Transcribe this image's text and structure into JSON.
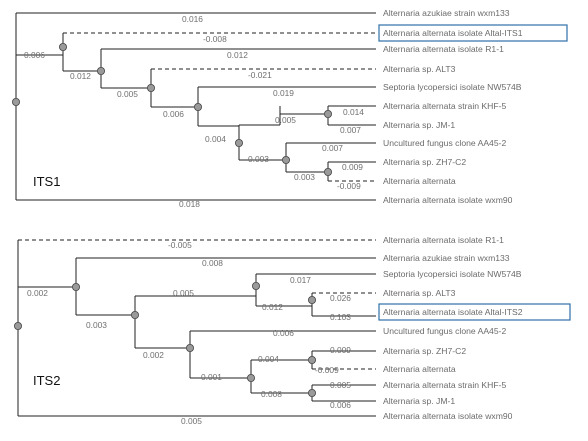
{
  "figure": {
    "colors": {
      "line": "#222222",
      "node_fill": "#9a9a9a",
      "text": "#6b6b6b",
      "highlight_box": "#2f6fa8"
    },
    "trees": [
      {
        "label": "ITS1",
        "taxa": [
          "Alternaria azukiae strain wxm133",
          "Alternaria alternata isolate Altal-ITS1",
          "Alternaria alternata isolate R1-1",
          "Alternaria sp. ALT3",
          "Septoria lycopersici isolate NW574B",
          "Alternaria alternata strain KHF-5",
          "Alternaria sp. JM-1",
          "Uncultured fungus clone AA45-2",
          "Alternaria sp. ZH7-C2",
          "Alternaria alternata",
          "Alternaria alternata isolate wxm90"
        ],
        "highlighted_taxon": "Alternaria alternata isolate Altal-ITS1",
        "branch_lengths": [
          "0.016",
          "-0.008",
          "0.006",
          "0.012",
          "0.012",
          "-0.021",
          "0.005",
          "0.019",
          "0.006",
          "0.005",
          "0.014",
          "0.007",
          "0.004",
          "0.007",
          "0.003",
          "0.009",
          "0.003",
          "-0.009",
          "0.018"
        ]
      },
      {
        "label": "ITS2",
        "taxa": [
          "Alternaria alternata isolate R1-1",
          "Alternaria azukiae strain wxm133",
          "Septoria lycopersici isolate NW574B",
          "Alternaria sp. ALT3",
          "Alternaria alternata isolate Altal-ITS2",
          "Uncultured fungus clone AA45-2",
          "Alternaria sp. ZH7-C2",
          "Alternaria alternata",
          "Alternaria alternata strain KHF-5",
          "Alternaria sp. JM-1",
          "Alternaria alternata isolate wxm90"
        ],
        "highlighted_taxon": "Alternaria alternata isolate Altal-ITS2",
        "branch_lengths": [
          "-0.005",
          "0.008",
          "0.002",
          "0.017",
          "0.005",
          "0.026",
          "0.012",
          "0.103",
          "0.003",
          "0.006",
          "0.002",
          "0.009",
          "0.004",
          "-0.009",
          "0.001",
          "0.005",
          "0.008",
          "0.006",
          "0.005"
        ]
      }
    ]
  }
}
